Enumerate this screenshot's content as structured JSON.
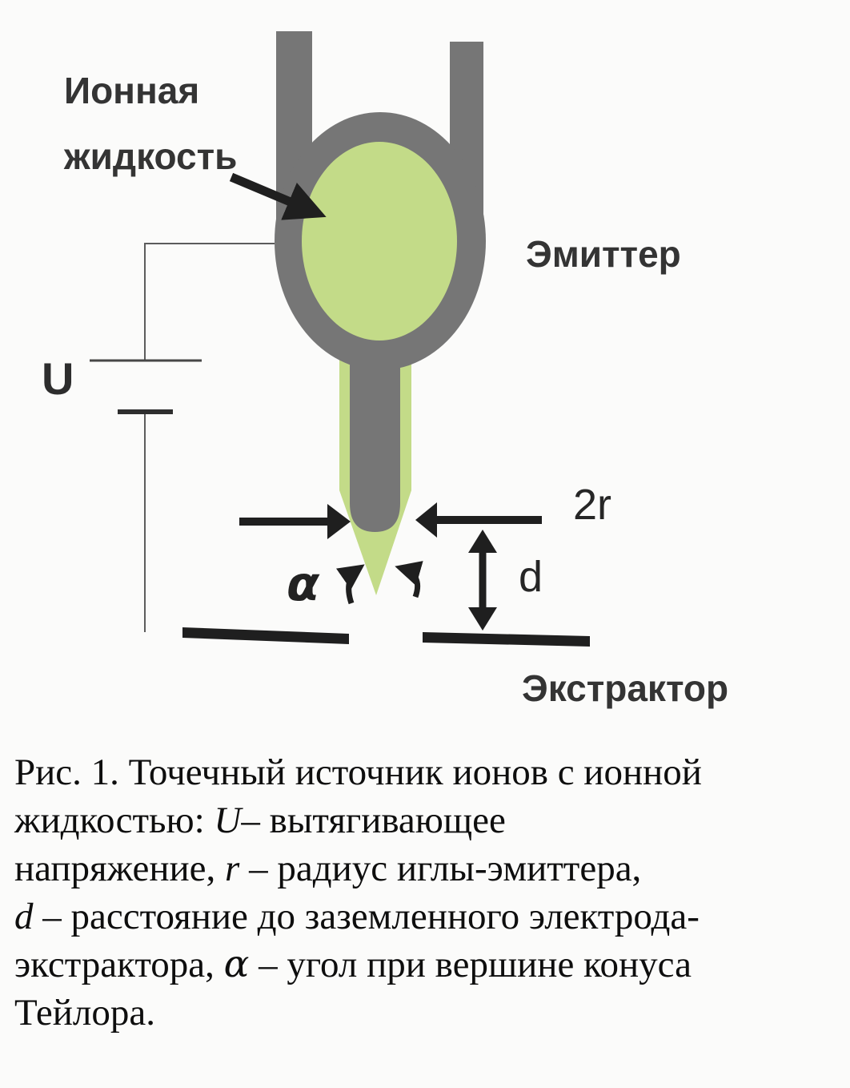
{
  "figure": {
    "labels": {
      "ionic_liquid_line1": "Ионная",
      "ionic_liquid_line2": "жидкость",
      "emitter": "Эмиттер",
      "voltage": "U",
      "tip_diameter": "2r",
      "distance": "d",
      "alpha": "α",
      "extractor": "Экстрактор"
    },
    "colors": {
      "tube_gray": "#767676",
      "liquid_green": "#c3db88",
      "ink": "#1f1f1f",
      "wire": "#5c5c5c"
    },
    "caption": {
      "line1": "Рис. 1. Точечный источник ионов с ионной",
      "line2_pre": "жидкостью: ",
      "line2_var": "U",
      "line2_post": "– вытягивающее",
      "line3_pre": "напряжение, ",
      "line3_var": "r",
      "line3_post": " – радиус иглы-эмиттера,",
      "line4_var": "d",
      "line4_post": " – расстояние до заземленного электрода-",
      "line5_pre": "экстрактора, ",
      "line5_var": "α",
      "line5_post": " – угол при вершине конуса",
      "line6": "Тейлора."
    }
  }
}
